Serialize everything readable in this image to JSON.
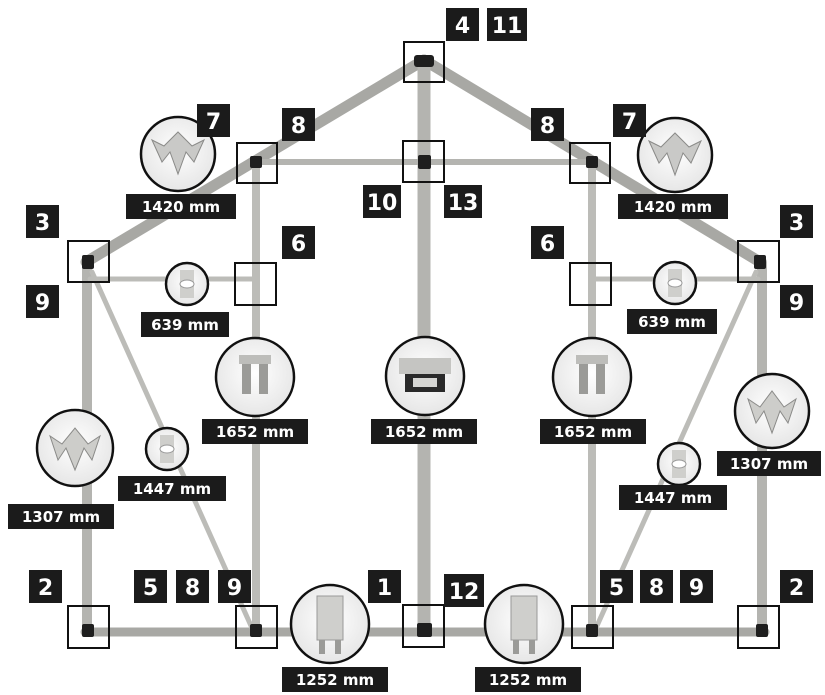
{
  "callouts": {
    "top_left": "4",
    "top_right": "11",
    "left_ridge_7": "7",
    "left_ridge_8": "8",
    "right_ridge_8": "8",
    "right_ridge_7": "7",
    "center_10": "10",
    "center_13": "13",
    "left_eave_3": "3",
    "left_eave_9": "9",
    "right_eave_3": "3",
    "right_eave_9": "9",
    "left_6": "6",
    "right_6": "6",
    "bottom_left_2": "2",
    "bottom_left_5": "5",
    "bottom_left_8": "8",
    "bottom_left_9": "9",
    "bottom_center_1": "1",
    "bottom_center_12": "12",
    "bottom_right_5": "5",
    "bottom_right_8": "8",
    "bottom_right_9": "9",
    "bottom_right_2": "2"
  },
  "dimensions": {
    "roof_left": "1420 mm",
    "roof_right": "1420 mm",
    "brace_short_left": "639 mm",
    "brace_short_right": "639 mm",
    "stud_left": "1652 mm",
    "stud_center": "1652 mm",
    "stud_right": "1652 mm",
    "corner_left": "1307 mm",
    "corner_right": "1307 mm",
    "diag_left": "1447 mm",
    "diag_right": "1447 mm",
    "base_left": "1252 mm",
    "base_right": "1252 mm"
  }
}
